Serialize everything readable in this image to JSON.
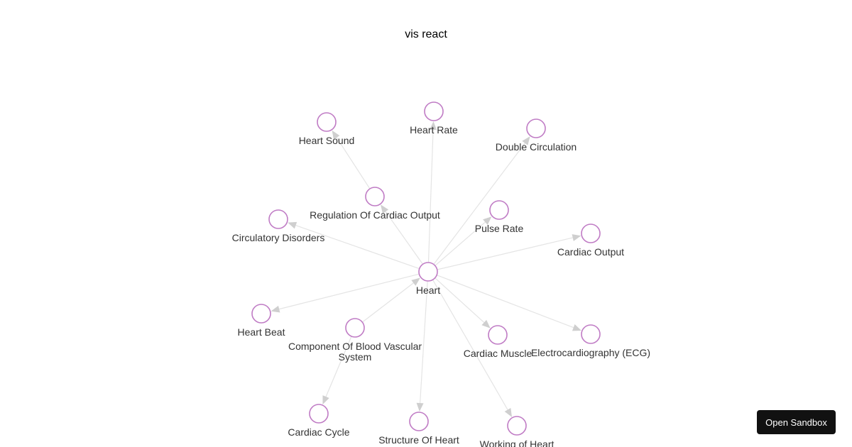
{
  "page": {
    "title": "vis react"
  },
  "sandbox_button": {
    "label": "Open Sandbox"
  },
  "colors": {
    "node_border": "#c07cc5",
    "node_fill": "#ffffff",
    "edge": "#e4e4e4",
    "arrow": "#cfcfcf",
    "label": "#333333"
  },
  "graph": {
    "nodes": [
      {
        "id": "heart",
        "label": "Heart"
      },
      {
        "id": "heart-sound",
        "label": "Heart Sound"
      },
      {
        "id": "heart-rate",
        "label": "Heart Rate"
      },
      {
        "id": "double-circulation",
        "label": "Double Circulation"
      },
      {
        "id": "regulation-of-cardiac-output",
        "label": "Regulation Of Cardiac Output"
      },
      {
        "id": "pulse-rate",
        "label": "Pulse Rate"
      },
      {
        "id": "circulatory-disorders",
        "label": "Circulatory Disorders"
      },
      {
        "id": "cardiac-output",
        "label": "Cardiac Output"
      },
      {
        "id": "heart-beat",
        "label": "Heart Beat"
      },
      {
        "id": "component-of-blood-vascular-system",
        "label": "Component Of Blood Vascular\nSystem"
      },
      {
        "id": "cardiac-muscle",
        "label": "Cardiac Muscle"
      },
      {
        "id": "electrocardiography-ecg",
        "label": "Electrocardiography (ECG)"
      },
      {
        "id": "cardiac-cycle",
        "label": "Cardiac Cycle"
      },
      {
        "id": "structure-of-heart",
        "label": "Structure Of Heart"
      },
      {
        "id": "working-of-heart",
        "label": "Working of Heart"
      }
    ],
    "edges": [
      {
        "from": "heart",
        "to": "heart-rate"
      },
      {
        "from": "heart",
        "to": "double-circulation"
      },
      {
        "from": "heart",
        "to": "pulse-rate"
      },
      {
        "from": "heart",
        "to": "cardiac-output"
      },
      {
        "from": "heart",
        "to": "electrocardiography-ecg"
      },
      {
        "from": "heart",
        "to": "cardiac-muscle"
      },
      {
        "from": "heart",
        "to": "working-of-heart"
      },
      {
        "from": "heart",
        "to": "structure-of-heart"
      },
      {
        "from": "heart",
        "to": "heart-beat"
      },
      {
        "from": "heart",
        "to": "circulatory-disorders"
      },
      {
        "from": "heart",
        "to": "regulation-of-cardiac-output"
      },
      {
        "from": "regulation-of-cardiac-output",
        "to": "heart-sound"
      },
      {
        "from": "component-of-blood-vascular-system",
        "to": "heart"
      },
      {
        "from": "component-of-blood-vascular-system",
        "to": "cardiac-cycle"
      }
    ]
  }
}
